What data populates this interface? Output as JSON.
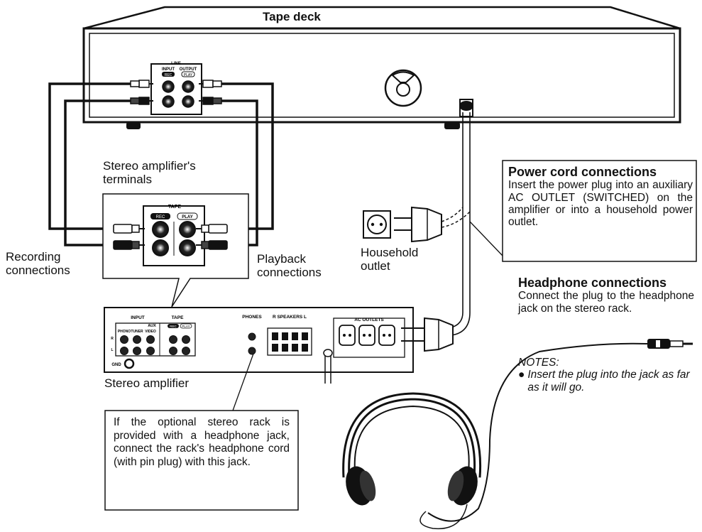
{
  "tape_deck": {
    "title": "Tape deck",
    "panel_line": "LINE",
    "panel_input": "INPUT",
    "panel_output": "OUTPUT",
    "panel_rec": "REC",
    "panel_play": "PLAY"
  },
  "amp_terminals": {
    "title_line1": "Stereo amplifier's",
    "title_line2": "terminals",
    "panel_tape": "TAPE",
    "panel_rec": "REC",
    "panel_play": "PLAY"
  },
  "labels": {
    "recording_line1": "Recording",
    "recording_line2": "connections",
    "playback_line1": "Playback",
    "playback_line2": "connections",
    "household_line1": "Household",
    "household_line2": "outlet",
    "stereo_amplifier": "Stereo amplifier"
  },
  "amplifier_panel": {
    "input": "INPUT",
    "tape": "TAPE",
    "aux": "AUX",
    "phono": "PHONO",
    "tuner": "TUNER",
    "video": "VIDEO",
    "rec": "REC",
    "play": "PLAY",
    "phones": "PHONES",
    "speakers": "R SPEAKERS L",
    "ac_outlets": "AC OUTLETS",
    "gnd": "GND",
    "r": "R",
    "l": "L"
  },
  "power_cord": {
    "heading": "Power cord connections",
    "body": "Insert the power plug into an auxiliary AC OUTLET (SWITCHED) on the amplifier or into a household power outlet."
  },
  "headphone": {
    "heading": "Headphone connections",
    "body": "Connect the plug to the headphone jack on the stereo rack."
  },
  "notes": {
    "heading": "NOTES:",
    "item": "Insert the plug into the jack as far as it will go."
  },
  "callout": {
    "text": "If the optional stereo rack is provided with a headphone jack, connect the rack's headphone cord (with pin plug) with this jack."
  }
}
